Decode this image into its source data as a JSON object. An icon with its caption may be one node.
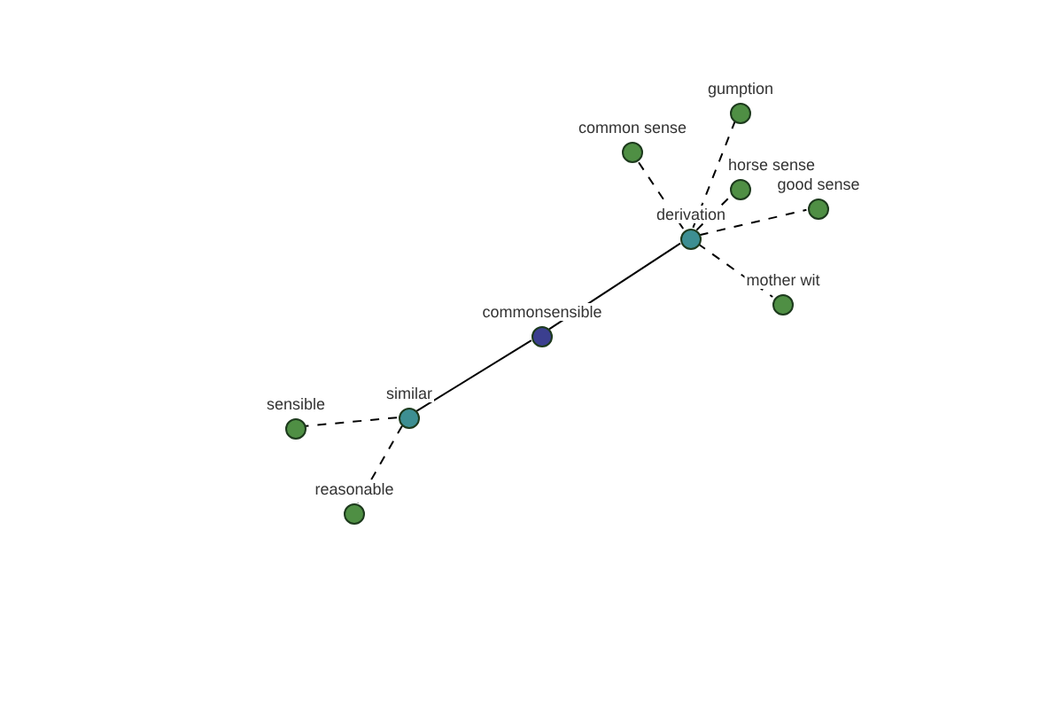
{
  "diagram": {
    "nodes": [
      {
        "text": [
          "gumption"
        ]
      },
      {
        "text": [
          "common sense"
        ]
      },
      {
        "text": [
          "horse sense"
        ]
      },
      {
        "text": [
          "good sense"
        ]
      },
      {
        "text": [
          "derivation"
        ]
      },
      {
        "text": [
          "mother wit"
        ]
      },
      {
        "text": [
          "commonsensible"
        ]
      },
      {
        "text": [
          "similar"
        ]
      },
      {
        "text": [
          "sensible"
        ]
      },
      {
        "text": [
          "reasonable"
        ]
      }
    ],
    "edges": [
      {
        "from": 6,
        "to": 4,
        "arrow": "none"
      },
      {
        "from": 6,
        "to": 7,
        "arrow": "none"
      },
      {
        "from": 4,
        "to": 0,
        "arrow": "none",
        "style": "dashed"
      },
      {
        "from": 4,
        "to": 1,
        "arrow": "none",
        "style": "dashed"
      },
      {
        "from": 4,
        "to": 2,
        "arrow": "none",
        "style": "dashed"
      },
      {
        "from": 4,
        "to": 3,
        "arrow": "none",
        "style": "dashed"
      },
      {
        "from": 4,
        "to": 5,
        "arrow": "none",
        "style": "dashed"
      },
      {
        "from": 7,
        "to": 8,
        "arrow": "none",
        "style": "dashed"
      },
      {
        "from": 7,
        "to": 9,
        "arrow": "none",
        "style": "dashed"
      }
    ]
  }
}
